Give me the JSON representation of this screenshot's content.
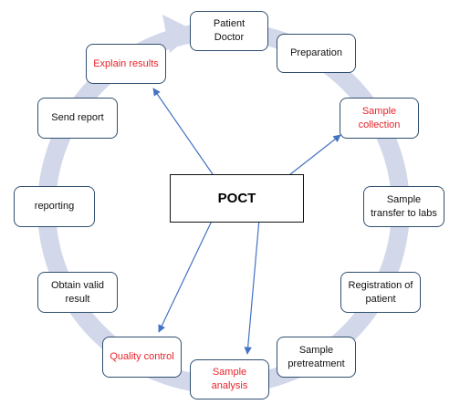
{
  "center": {
    "label": "POCT"
  },
  "steps": [
    {
      "id": "patient-doctor",
      "lines": [
        "Patient",
        "Doctor"
      ],
      "highlight": false
    },
    {
      "id": "preparation",
      "lines": [
        "Preparation"
      ],
      "highlight": false
    },
    {
      "id": "sample-collection",
      "lines": [
        "Sample",
        "collection"
      ],
      "highlight": true
    },
    {
      "id": "sample-transfer",
      "lines": [
        "Sample",
        "transfer to labs"
      ],
      "highlight": false
    },
    {
      "id": "registration",
      "lines": [
        "Registration of",
        "patient"
      ],
      "highlight": false
    },
    {
      "id": "sample-pretreatment",
      "lines": [
        "Sample",
        "pretreatment"
      ],
      "highlight": false
    },
    {
      "id": "sample-analysis",
      "lines": [
        "Sample",
        "analysis"
      ],
      "highlight": true
    },
    {
      "id": "quality-control",
      "lines": [
        "Quality control"
      ],
      "highlight": true
    },
    {
      "id": "obtain-valid-result",
      "lines": [
        "Obtain valid",
        "result"
      ],
      "highlight": false
    },
    {
      "id": "reporting",
      "lines": [
        "reporting"
      ],
      "highlight": false
    },
    {
      "id": "send-report",
      "lines": [
        "Send report"
      ],
      "highlight": false
    },
    {
      "id": "explain-results",
      "lines": [
        "Explain results"
      ],
      "highlight": true
    }
  ],
  "colors": {
    "ring": "#d2d7ea",
    "arrow": "#4472c4",
    "highlight_text": "#e8232a",
    "box_border": "#2f4f6f"
  }
}
